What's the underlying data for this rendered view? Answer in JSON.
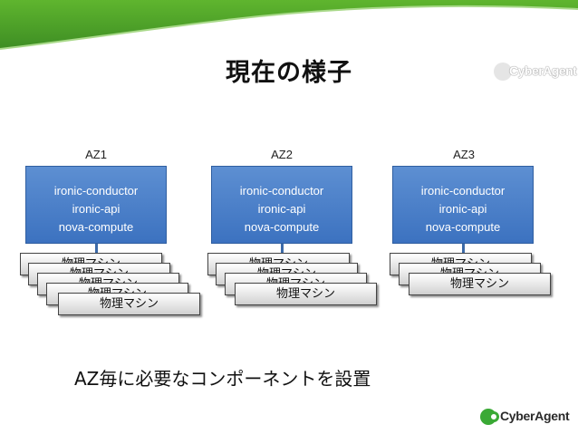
{
  "title": "現在の様子",
  "logo_text": "CyberAgent",
  "zones": [
    {
      "label": "AZ1",
      "components": [
        "ironic-conductor",
        "ironic-api",
        "nova-compute"
      ],
      "machines": [
        "物理マシン",
        "物理マシン",
        "物理マシン",
        "物理マシン",
        "物理マシン"
      ]
    },
    {
      "label": "AZ2",
      "components": [
        "ironic-conductor",
        "ironic-api",
        "nova-compute"
      ],
      "machines": [
        "物理マシン",
        "物理マシン",
        "物理マシン",
        "物理マシン"
      ]
    },
    {
      "label": "AZ3",
      "components": [
        "ironic-conductor",
        "ironic-api",
        "nova-compute"
      ],
      "machines": [
        "物理マシン",
        "物理マシン",
        "物理マシン"
      ]
    }
  ],
  "caption": "AZ毎に必要なコンポーネントを設置",
  "colors": {
    "banner_green": "#55a82d",
    "server_blue": "#4a7fc8",
    "logo_green": "#3aa935"
  }
}
